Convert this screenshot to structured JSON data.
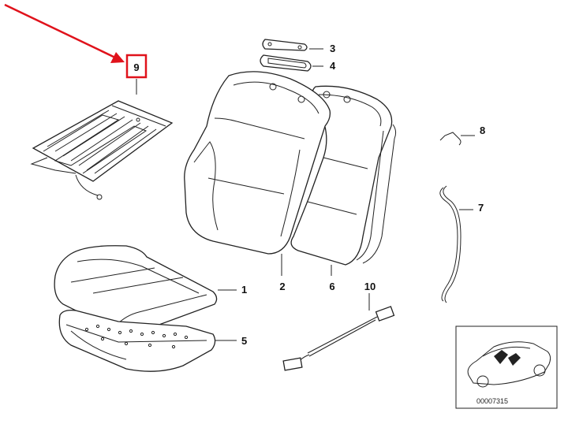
{
  "callouts": {
    "c1": "1",
    "c2": "2",
    "c3": "3",
    "c4": "4",
    "c5": "5",
    "c6": "6",
    "c7": "7",
    "c8": "8",
    "c9": "9",
    "c10": "10"
  },
  "reference_number": "00007315",
  "colors": {
    "highlight": "#e0121b",
    "line": "#222222"
  }
}
